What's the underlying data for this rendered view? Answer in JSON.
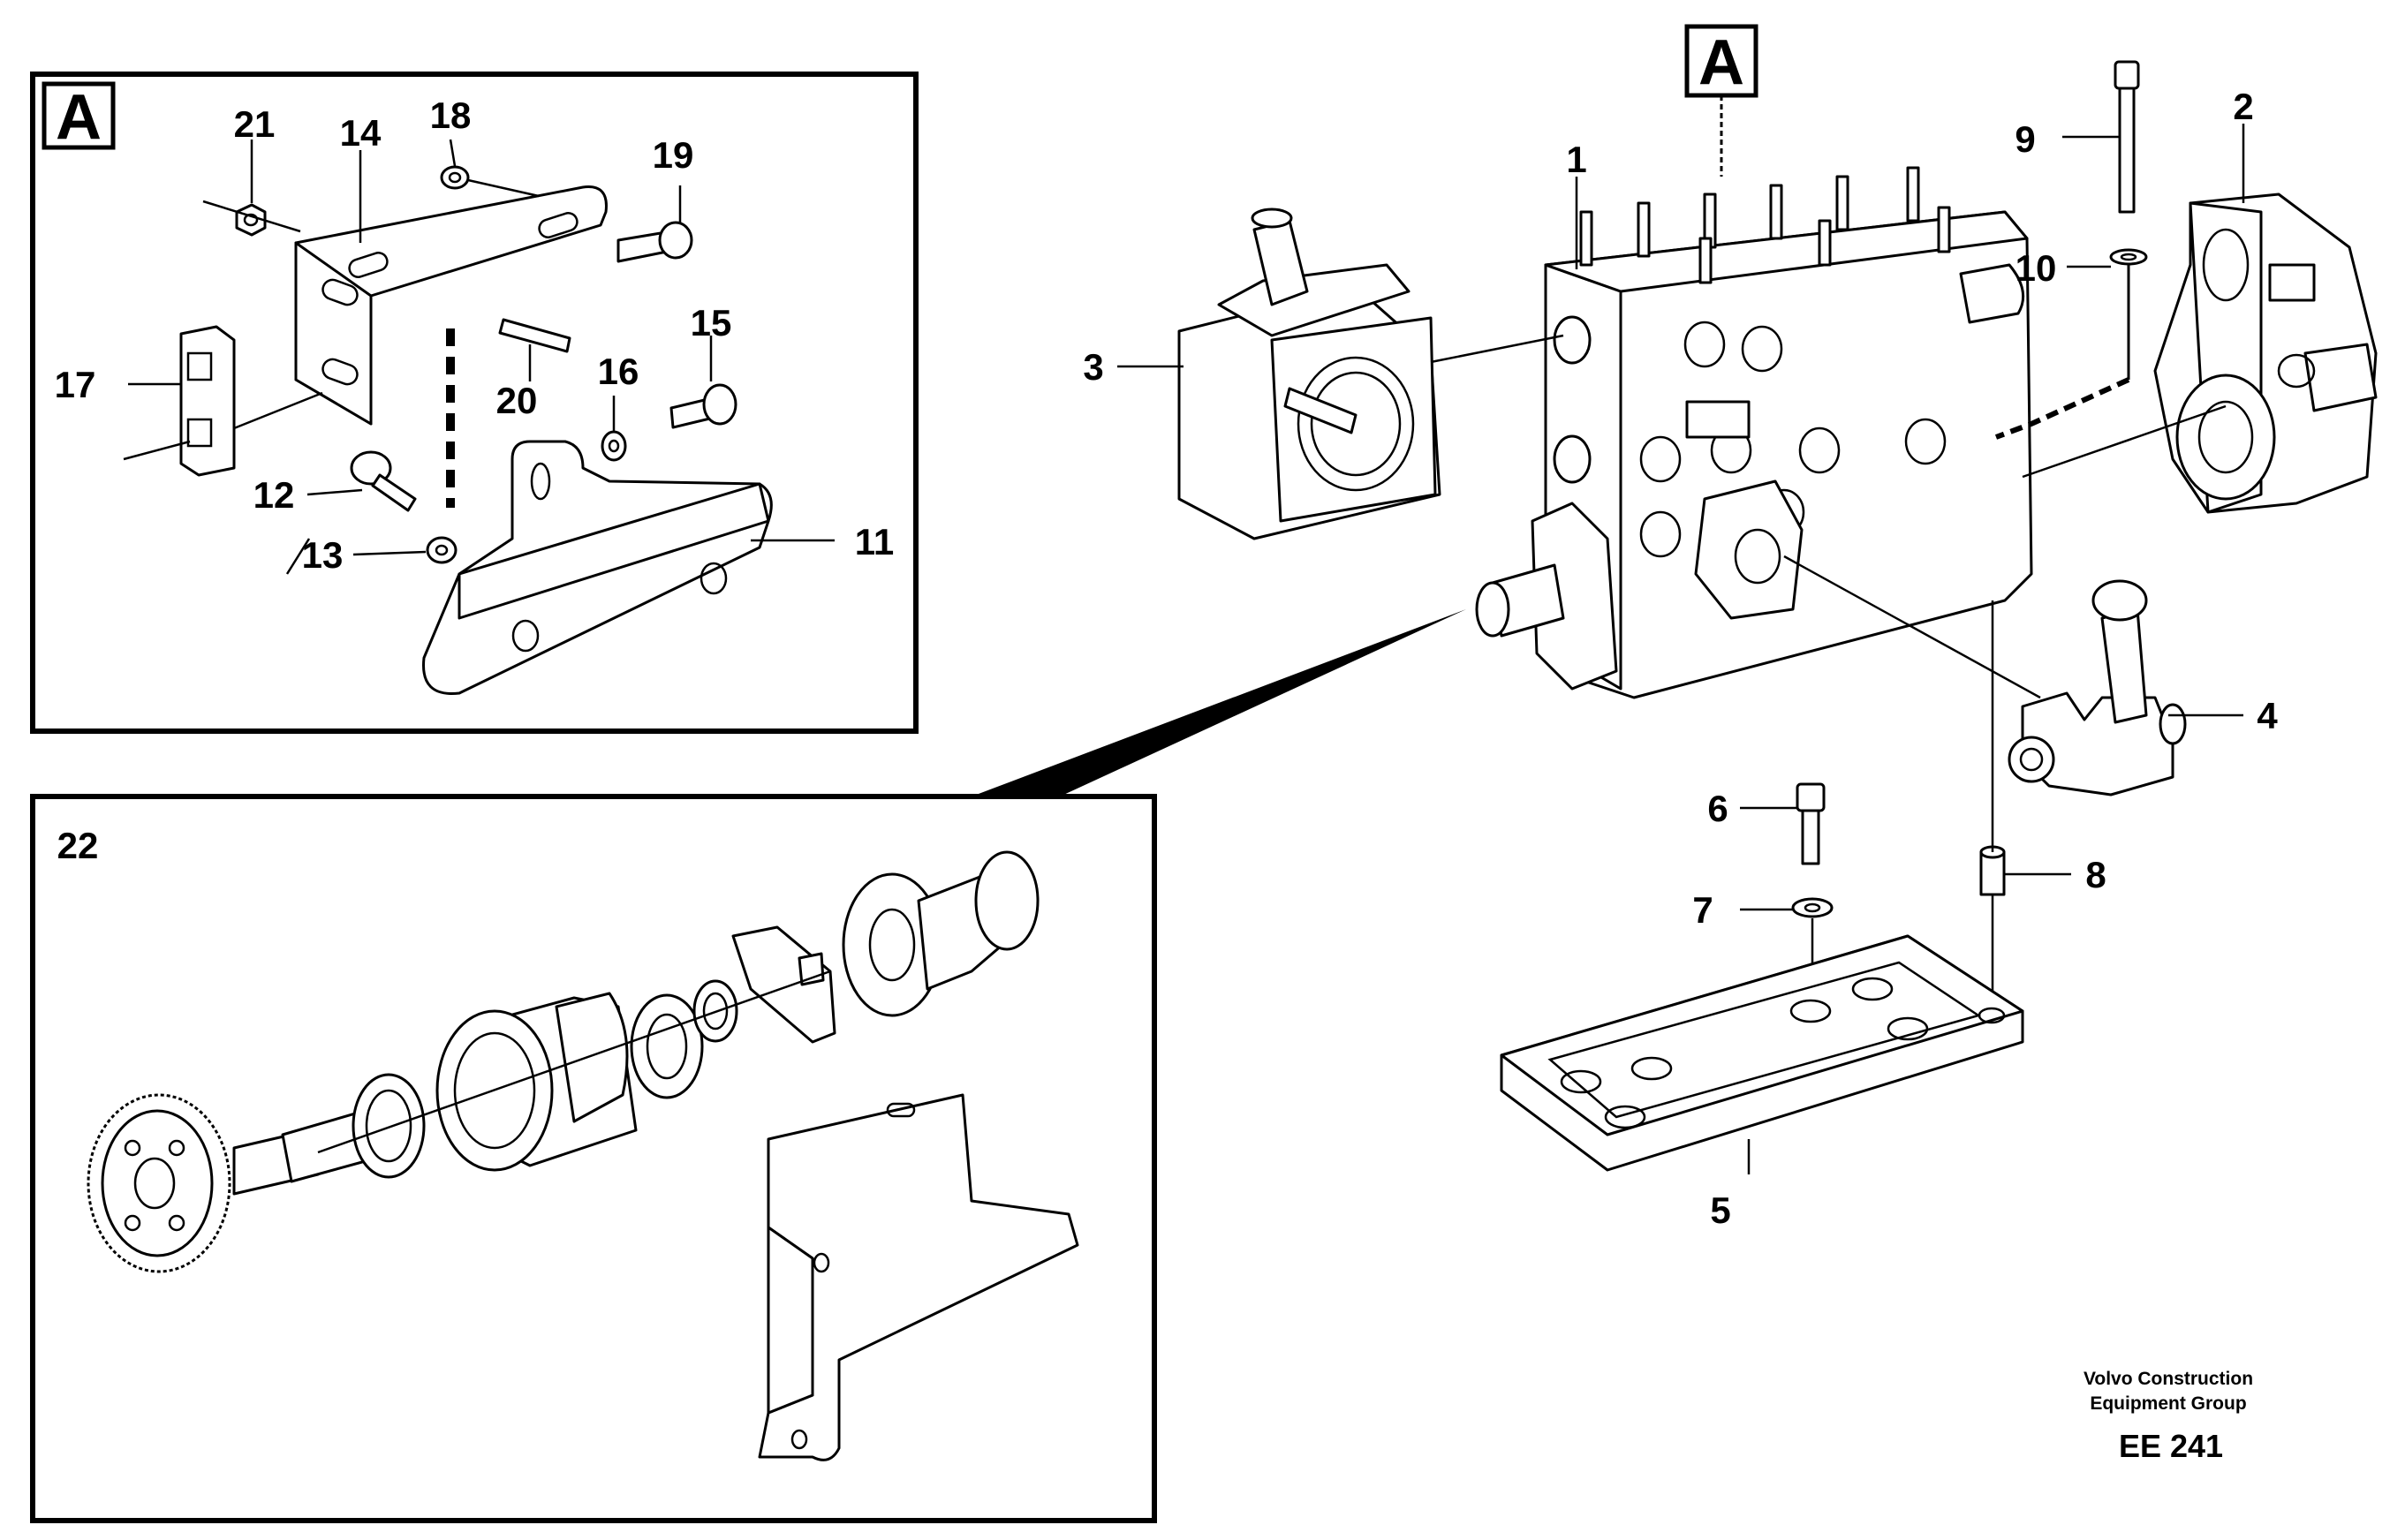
{
  "detail_a": {
    "letter": "A"
  },
  "main_view": {
    "letter": "A"
  },
  "detail_22": {
    "label": "22"
  },
  "callouts": {
    "p1": "1",
    "p2": "2",
    "p3": "3",
    "p4": "4",
    "p5": "5",
    "p6": "6",
    "p7": "7",
    "p8": "8",
    "p9": "9",
    "p10": "10",
    "p11": "11",
    "p12": "12",
    "p13": "13",
    "p14": "14",
    "p15": "15",
    "p16": "16",
    "p17": "17",
    "p18": "18",
    "p19": "19",
    "p20": "20",
    "p21": "21"
  },
  "footer": {
    "company_line1": "Volvo Construction",
    "company_line2": "Equipment Group",
    "code": "EE 241"
  }
}
